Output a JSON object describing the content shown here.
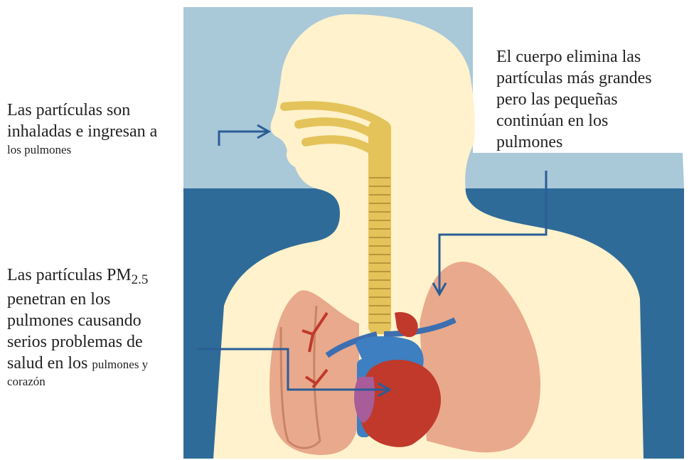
{
  "colors": {
    "background_upper": "#a9c8d8",
    "background_lower": "#2f6b98",
    "body_silhouette": "#fff2cc",
    "trachea": "#e4c35a",
    "lung": "#e9a98c",
    "heart": "#c0392b",
    "arrow": "#2a5d96"
  },
  "labels": {
    "inhale": {
      "line1": "Las partículas son",
      "line2": "inhaladas e ingresan a",
      "line3": "los pulmones"
    },
    "body_removes": {
      "line1": "El cuerpo elimina las",
      "line2": "partículas más grandes",
      "line3": "pero las pequeñas",
      "line4": "continúan  en los",
      "line5": "pulmones"
    },
    "pm25": {
      "line1_pre": "Las partículas PM",
      "line1_sub": "2.5",
      "line2": "penetran en los",
      "line3": "pulmones causando",
      "line4": "serios problemas de",
      "line5_pre": "salud en los ",
      "line5_small": "pulmones y",
      "line6": "corazón"
    }
  }
}
